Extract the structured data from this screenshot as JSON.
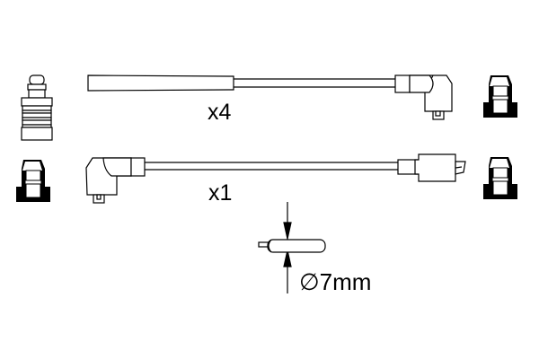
{
  "diagram": {
    "type": "ignition-cable-set",
    "background": "#ffffff",
    "line_color": "#000000",
    "cables": [
      {
        "id": "cable-top",
        "quantity_label": "x4",
        "ends": [
          "straight-boot",
          "angled-boot"
        ]
      },
      {
        "id": "cable-bottom",
        "quantity_label": "x1",
        "ends": [
          "angled-boot",
          "straight-connector"
        ]
      }
    ],
    "components": {
      "left_top": "spark-plug-terminal",
      "left_bottom": "connector-socket-cutaway",
      "right_top": "connector-socket-cutaway",
      "right_bottom": "connector-socket-cutaway"
    },
    "dimension": {
      "symbol": "⌀",
      "label": "∅7mm",
      "value": "7mm"
    }
  }
}
